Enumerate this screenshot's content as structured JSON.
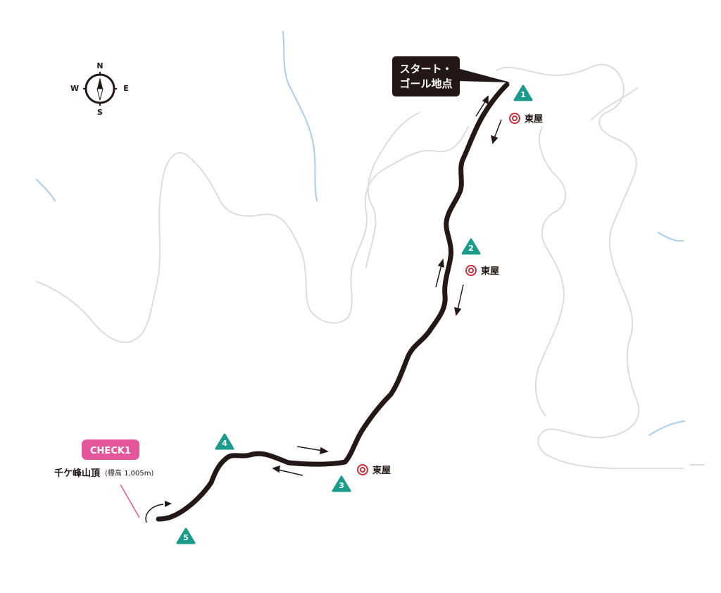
{
  "compass": {
    "north": "N",
    "south": "S",
    "east": "E",
    "west": "W"
  },
  "start_goal": {
    "line1": "スタート・",
    "line2": "ゴール地点"
  },
  "checkpoints": [
    "1",
    "2",
    "3",
    "4",
    "5"
  ],
  "shelter_label": "東屋",
  "check": {
    "badge": "CHECK1",
    "summit_name": "千ケ峰山頂",
    "summit_elevation": "(標高 1,005m)"
  },
  "colors": {
    "route": "#231815",
    "checkpoint": "#1a9b8c",
    "check_badge": "#e4569a",
    "shelter": "#c8303c",
    "contour": "#dddddd",
    "river": "#a9cdea"
  }
}
